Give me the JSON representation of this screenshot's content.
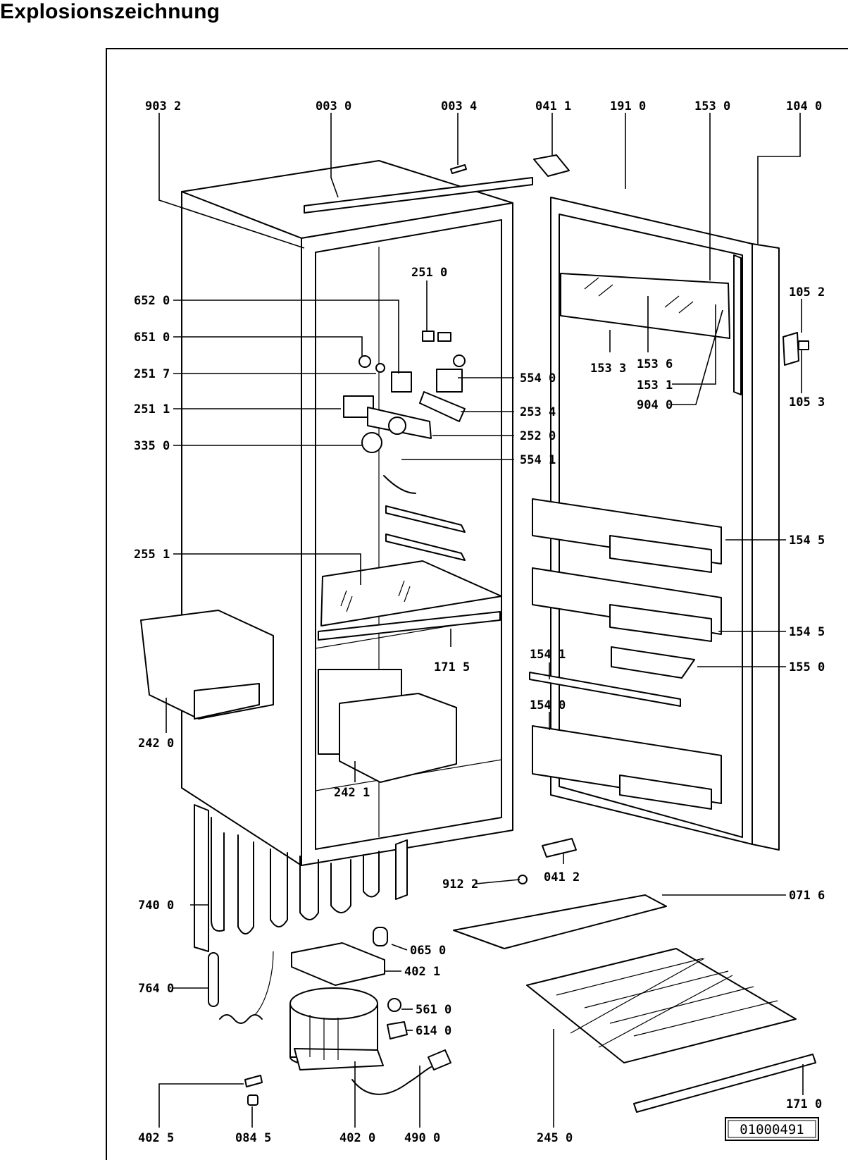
{
  "page": {
    "title": "Explosionszeichnung",
    "document_number": "01000491"
  },
  "labels": {
    "l9032": "903 2",
    "l0030": "003 0",
    "l0034": "003 4",
    "l0411": "041 1",
    "l1910": "191 0",
    "l1530": "153 0",
    "l1040": "104 0",
    "l2510": "251 0",
    "l6520": "652 0",
    "l6510": "651 0",
    "l2517": "251 7",
    "l2511": "251 1",
    "l3350": "335 0",
    "l5540": "554 0",
    "l2534": "253 4",
    "l2520": "252 0",
    "l5541": "554 1",
    "l1533": "153 3",
    "l1536": "153 6",
    "l1531": "153 1",
    "l9040": "904 0",
    "l1052": "105 2",
    "l1053": "105 3",
    "l2551": "255 1",
    "l1545a": "154 5",
    "l1545b": "154 5",
    "l1550": "155 0",
    "l1541": "154 1",
    "l1715": "171 5",
    "l1540": "154 0",
    "l2420": "242 0",
    "l2421": "242 1",
    "l9122": "912 2",
    "l0412": "041 2",
    "l0716": "071 6",
    "l7400": "740  0",
    "l0650": "065 0",
    "l4021": "402 1",
    "l7640": "764 0",
    "l5610": "561 0",
    "l6140": "614 0",
    "l4025": "402 5",
    "l0845": "084 5",
    "l4020": "402 0",
    "l4900": "490 0",
    "l2450": "245 0",
    "l1710": "171 0"
  }
}
